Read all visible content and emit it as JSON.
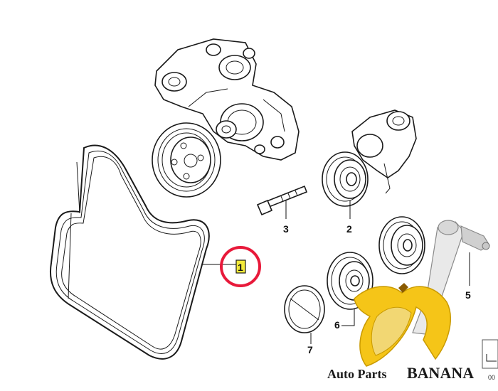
{
  "diagram": {
    "callouts": {
      "c1": "1",
      "c2": "2",
      "c3": "3",
      "c5": "5",
      "c7": "7",
      "c6": "6"
    },
    "highlight_color": "#e8193a",
    "callout_box_color": "#f3ea3a"
  },
  "watermark": {
    "brand_prefix": "Auto Parts",
    "brand_main": "BANANA",
    "corner_text": "00",
    "banana_color": "#f5c518"
  }
}
